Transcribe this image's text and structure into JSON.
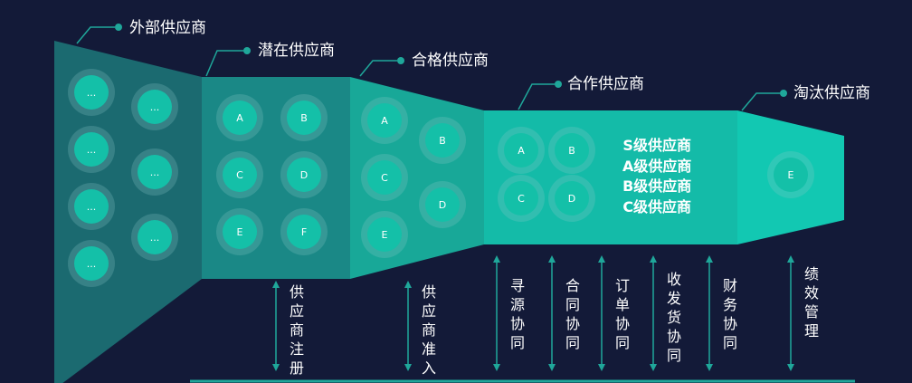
{
  "stages": [
    {
      "label": "外部供应商",
      "circles": [
        "...",
        "...",
        "...",
        "...",
        "...",
        "...",
        "..."
      ]
    },
    {
      "label": "潜在供应商",
      "circles": [
        "A",
        "B",
        "C",
        "D",
        "E",
        "F"
      ]
    },
    {
      "label": "合格供应商",
      "circles": [
        "A",
        "B",
        "C",
        "D",
        "E"
      ]
    },
    {
      "label": "合作供应商",
      "circles": [
        "A",
        "B",
        "C",
        "D"
      ],
      "grades": [
        "S级供应商",
        "A级供应商",
        "B级供应商",
        "C级供应商"
      ]
    },
    {
      "label": "淘汰供应商",
      "circles": [
        "E"
      ]
    }
  ],
  "processes": [
    "供应商注册",
    "供应商准入",
    "寻源协同",
    "合同协同",
    "订单协同",
    "收发货协同",
    "财务协同",
    "绩效管理"
  ],
  "colors": {
    "background": "#131a38",
    "stage1": "#1b6a70",
    "stage2": "#1a8886",
    "stage3": "#18a898",
    "stage4": "#14bba8",
    "stage5": "#12c8b2",
    "circle": "#14c0a8",
    "accent": "#1fa79a"
  }
}
